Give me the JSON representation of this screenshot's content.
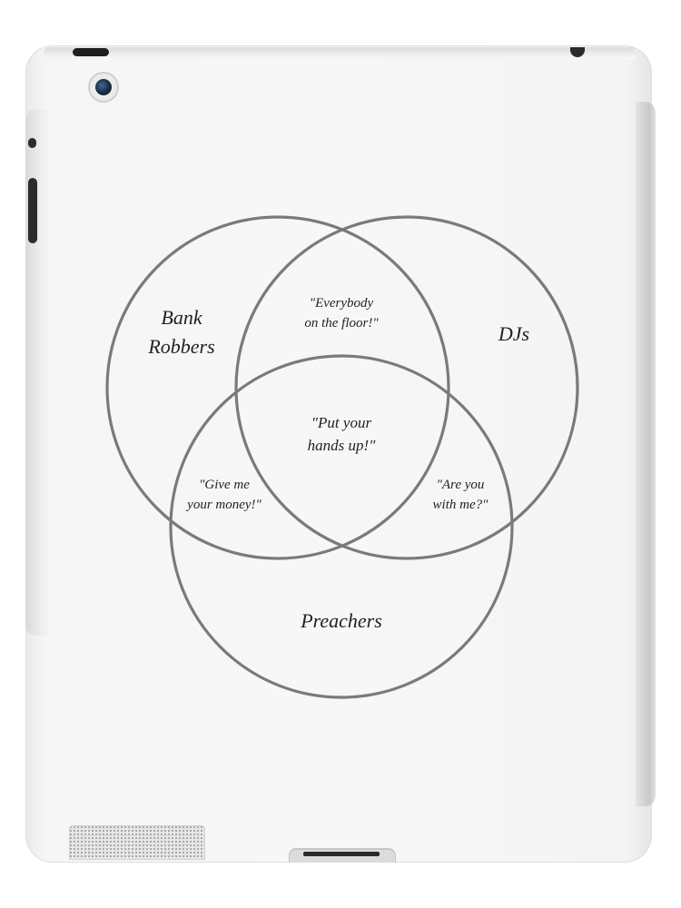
{
  "venn": {
    "sets": {
      "bank_robbers": "Bank\nRobbers",
      "djs": "DJs",
      "preachers": "Preachers"
    },
    "intersections": {
      "robbers_djs": "\"Everybody\non the floor!\"",
      "robbers_preachers": "\"Give me\nyour money!\"",
      "djs_preachers": "\"Are you\nwith me?\"",
      "all_three": "\"Put your\nhands up!\""
    }
  },
  "colors": {
    "circle_stroke": "#7a7a7a",
    "text": "#222222",
    "case": "#f7f7f7"
  }
}
